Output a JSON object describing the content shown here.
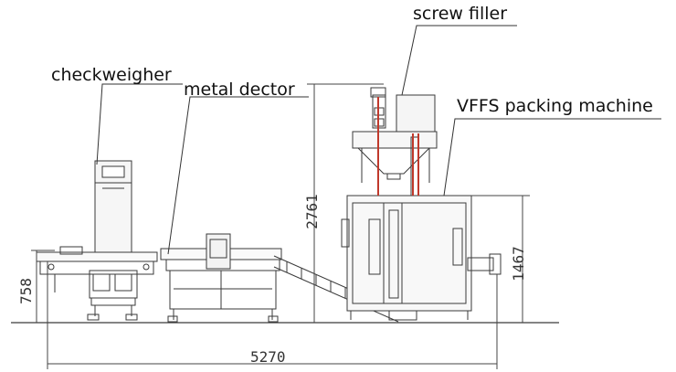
{
  "labels": {
    "screw_filler": "screw filler",
    "checkweigher": "checkweigher",
    "metal_detector": "metal dector",
    "vffs": "VFFS packing machine"
  },
  "dimensions": {
    "total_length": "5270",
    "checkweigher_height": "758",
    "overall_height": "2761",
    "vffs_height": "1467"
  },
  "colors": {
    "line": "#3a3a3a",
    "accent": "#c0392b"
  }
}
